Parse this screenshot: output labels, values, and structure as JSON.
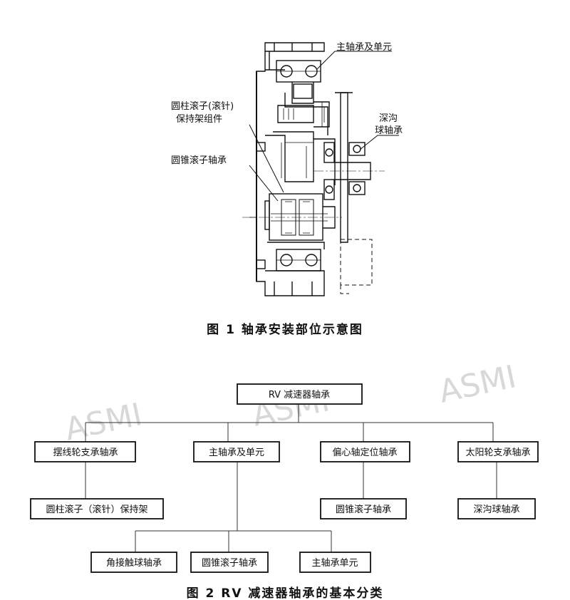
{
  "figure1": {
    "labels": {
      "main_bearing": "主轴承及单元",
      "cyl_cage_1": "圆柱滚子(滚针)",
      "cyl_cage_2": "保持架组件",
      "deep_groove_1": "深沟",
      "deep_groove_2": "球轴承",
      "taper": "圆锥滚子轴承"
    },
    "caption": "图 1   轴承安装部位示意图"
  },
  "figure2": {
    "root": "RV 减速器轴承",
    "level1": [
      "摆线轮支承轴承",
      "主轴承及单元",
      "偏心轴定位轴承",
      "太阳轮支承轴承"
    ],
    "level2": {
      "cycloid": [
        "圆柱滚子（滚针）保持架"
      ],
      "main": [
        "角接触球轴承",
        "圆锥滚子轴承",
        "主轴承单元"
      ],
      "eccentric": [
        "圆锥滚子轴承"
      ],
      "sun": [
        "深沟球轴承"
      ]
    },
    "caption": "图 2   RV 减速器轴承的基本分类"
  },
  "watermark": "ASMI"
}
